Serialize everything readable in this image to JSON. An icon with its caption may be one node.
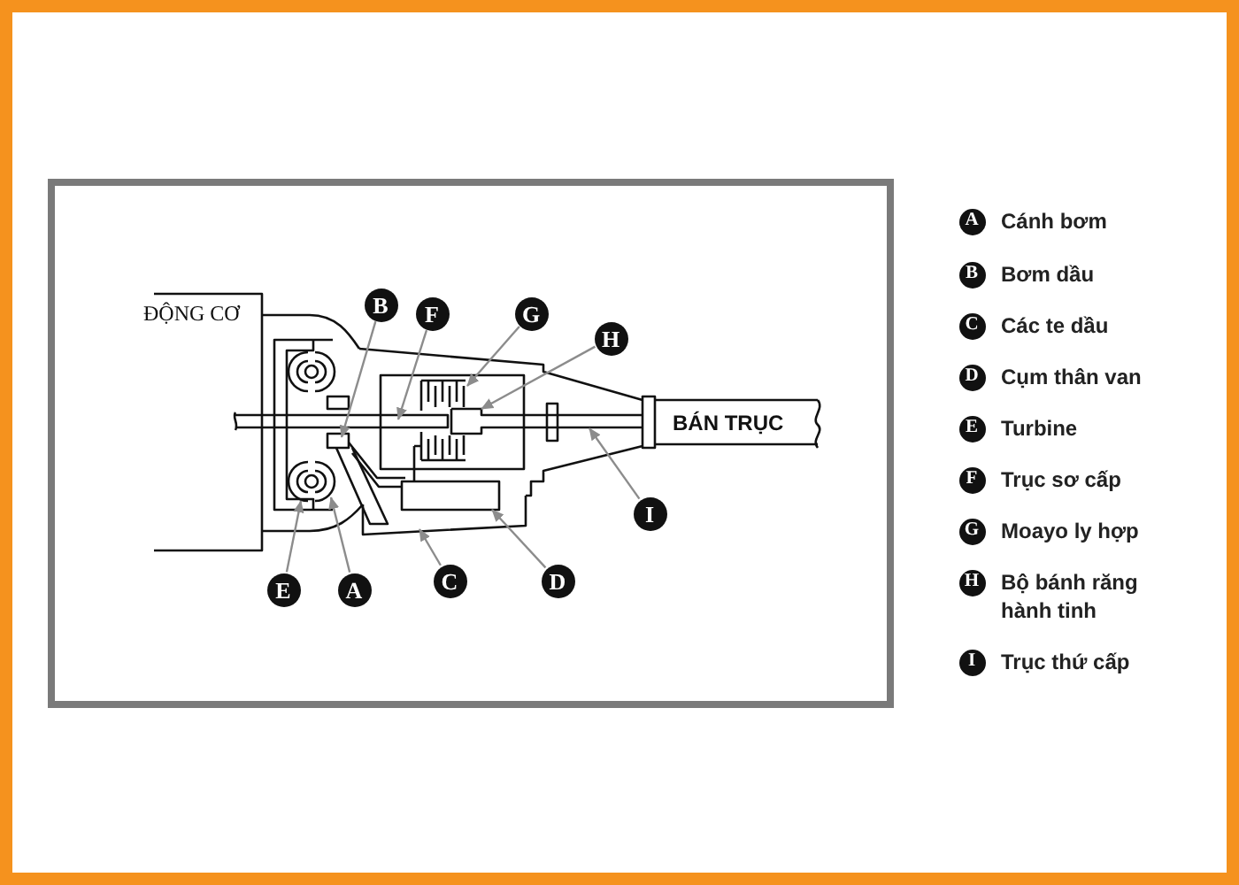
{
  "diagram": {
    "nodes": [
      {
        "text": [
          "B"
        ]
      },
      {
        "text": [
          "F"
        ]
      },
      {
        "text": [
          "G"
        ]
      },
      {
        "text": [
          "H"
        ]
      },
      {
        "text": [
          "I"
        ]
      },
      {
        "text": [
          "E"
        ]
      },
      {
        "text": [
          "A"
        ]
      },
      {
        "text": [
          "C"
        ]
      },
      {
        "text": [
          "D"
        ]
      },
      {
        "text": [
          "A"
        ],
        "beside": [
          "Cánh bơm"
        ]
      },
      {
        "text": [
          "B"
        ],
        "beside": [
          "Bơm dầu"
        ]
      },
      {
        "text": [
          "C"
        ],
        "beside": [
          "Các te dầu"
        ]
      },
      {
        "text": [
          "D"
        ],
        "beside": [
          "Cụm thân van"
        ]
      },
      {
        "text": [
          "E"
        ],
        "beside": [
          "Turbine"
        ]
      },
      {
        "text": [
          "F"
        ],
        "beside": [
          "Trục sơ cấp"
        ]
      },
      {
        "text": [
          "G"
        ],
        "beside": [
          "Moayo ly hợp"
        ]
      },
      {
        "text": [
          "H"
        ],
        "beside": [
          "Bộ bánh răng hành tinh"
        ]
      },
      {
        "text": [
          "I"
        ],
        "beside": [
          "Trục thứ cấp"
        ]
      }
    ],
    "edges": [
      {
        "from": 0,
        "to": null,
        "arrow": "to"
      },
      {
        "from": 1,
        "to": null,
        "arrow": "to"
      },
      {
        "from": 2,
        "to": null,
        "arrow": "to"
      },
      {
        "from": 3,
        "to": null,
        "arrow": "to"
      },
      {
        "from": 4,
        "to": null,
        "arrow": "to"
      },
      {
        "from": 5,
        "to": null,
        "arrow": "to"
      },
      {
        "from": 6,
        "to": null,
        "arrow": "to"
      },
      {
        "from": 7,
        "to": null,
        "arrow": "to"
      },
      {
        "from": 8,
        "to": null,
        "arrow": "to"
      }
    ],
    "labels": [
      "ĐỘNG CƠ",
      "BÁN TRỤC"
    ]
  }
}
